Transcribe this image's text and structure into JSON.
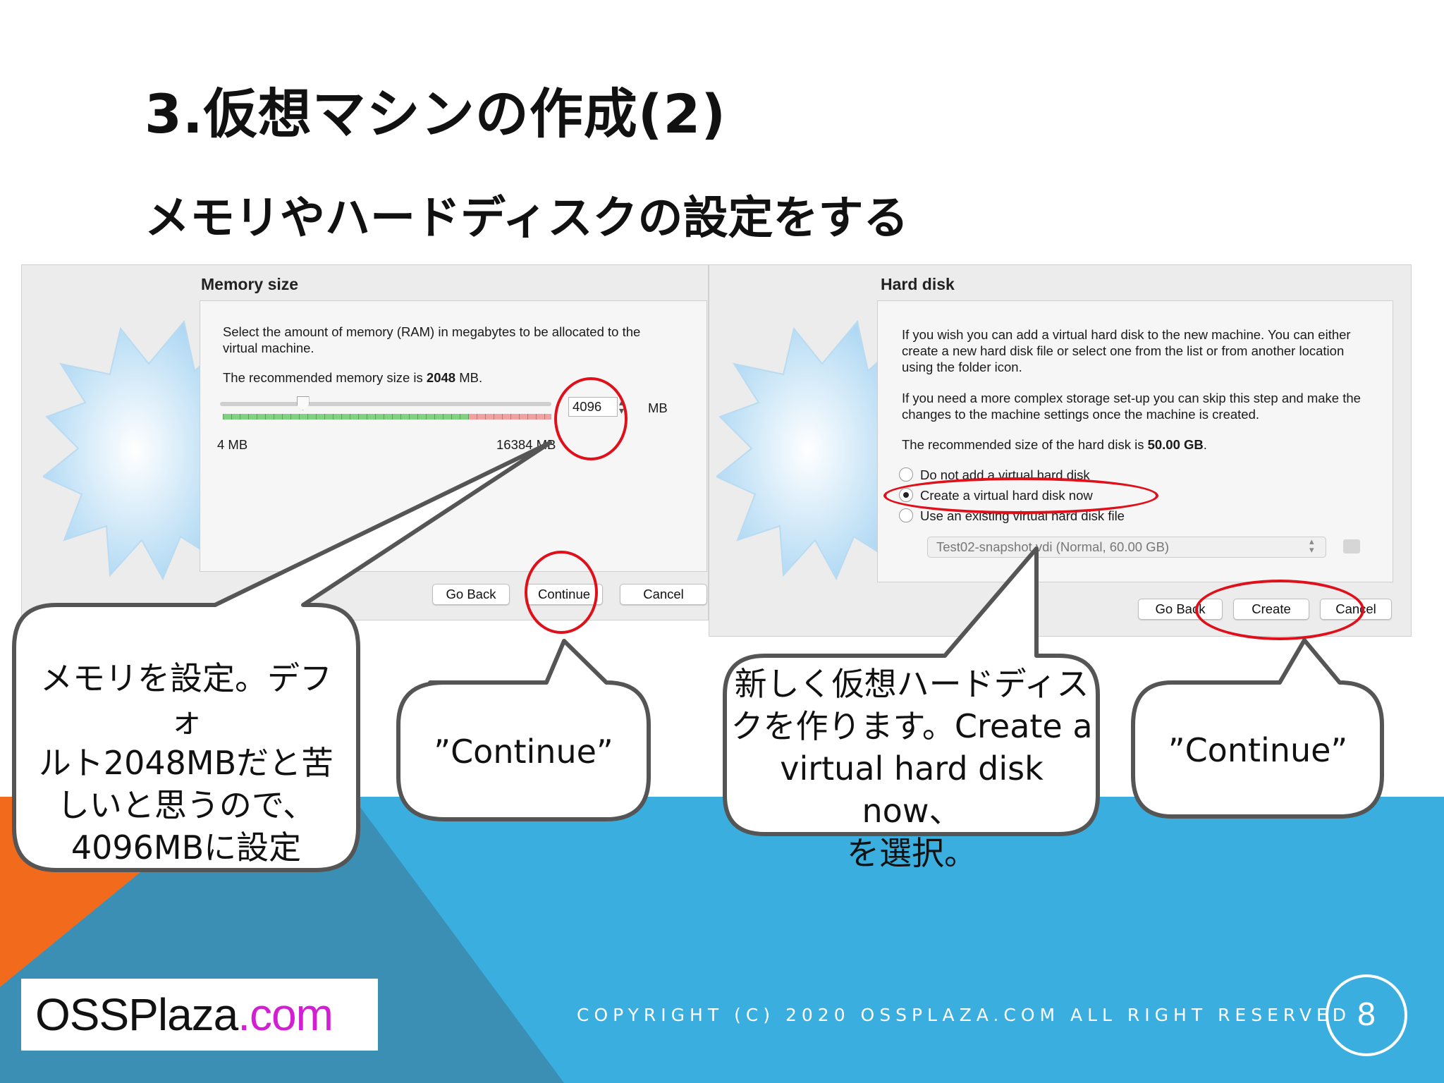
{
  "slide": {
    "title": "3.仮想マシンの作成(2)",
    "subtitle": "メモリやハードディスクの設定をする",
    "page_number": "8",
    "copyright": "COPYRIGHT (C) 2020 OSSPLAZA.COM ALL RIGHT RESERVED",
    "logo": {
      "main": "OSSPlaza",
      "accent": ".com"
    },
    "colors": {
      "blue": "#3aaede",
      "orange": "#f26b1d",
      "teal": "#3b8fb5",
      "red_ring": "#e0101a",
      "logo_accent": "#d21fd2"
    }
  },
  "memory_dialog": {
    "title": "Memory size",
    "desc": "Select the amount of memory (RAM) in megabytes to be allocated to the virtual machine.",
    "recommend_prefix": "The recommended memory size is ",
    "recommend_value": "2048",
    "recommend_suffix": " MB.",
    "value": "4096",
    "unit": "MB",
    "min_label": "4 MB",
    "max_label": "16384 MB",
    "slider_fraction": 0.25,
    "buttons": {
      "back": "Go Back",
      "continue": "Continue",
      "cancel": "Cancel"
    }
  },
  "hard_disk_dialog": {
    "title": "Hard disk",
    "para1": "If you wish you can add a virtual hard disk to the new machine. You can either create a new hard disk file or select one from the list or from another location using the folder icon.",
    "para2": "If you need a more complex storage set-up you can skip this step and make the changes to the machine settings once the machine is created.",
    "recommend_prefix": "The recommended size of the hard disk is ",
    "recommend_value": "50.00 GB",
    "recommend_suffix": ".",
    "options": [
      {
        "label": "Do not add a virtual hard disk",
        "selected": false
      },
      {
        "label": "Create a virtual hard disk now",
        "selected": true
      },
      {
        "label": "Use an existing virtual hard disk file",
        "selected": false
      }
    ],
    "file_select": "Test02-snapshot.vdi (Normal, 60.00 GB)",
    "buttons": {
      "back": "Go Back",
      "create": "Create",
      "cancel": "Cancel"
    }
  },
  "callouts": {
    "memory": [
      "メモリを設定。デフォ",
      "ルト2048MBだと苦",
      "しいと思うので、",
      "4096MBに設定"
    ],
    "continue1": "”Continue”",
    "hard_disk": [
      "新しく仮想ハードディス",
      "クを作ります。Create a",
      "virtual hard disk now、",
      "を選択。"
    ],
    "continue2": "”Continue”"
  }
}
